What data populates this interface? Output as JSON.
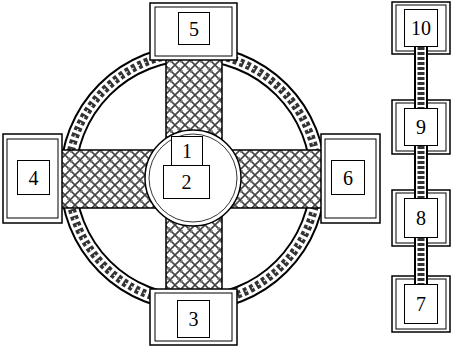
{
  "diagram": {
    "nodes": [
      {
        "text": [
          "1"
        ]
      },
      {
        "text": [
          "2"
        ]
      },
      {
        "text": [
          "3"
        ]
      },
      {
        "text": [
          "4"
        ]
      },
      {
        "text": [
          "5"
        ]
      },
      {
        "text": [
          "6"
        ]
      },
      {
        "text": [
          "7"
        ]
      },
      {
        "text": [
          "8"
        ]
      },
      {
        "text": [
          "9"
        ]
      },
      {
        "text": [
          "10"
        ]
      }
    ],
    "edges": [
      {
        "from": 9,
        "to": 8,
        "arrow": "none"
      },
      {
        "from": 8,
        "to": 7,
        "arrow": "none"
      },
      {
        "from": 7,
        "to": 6,
        "arrow": "none"
      }
    ]
  }
}
